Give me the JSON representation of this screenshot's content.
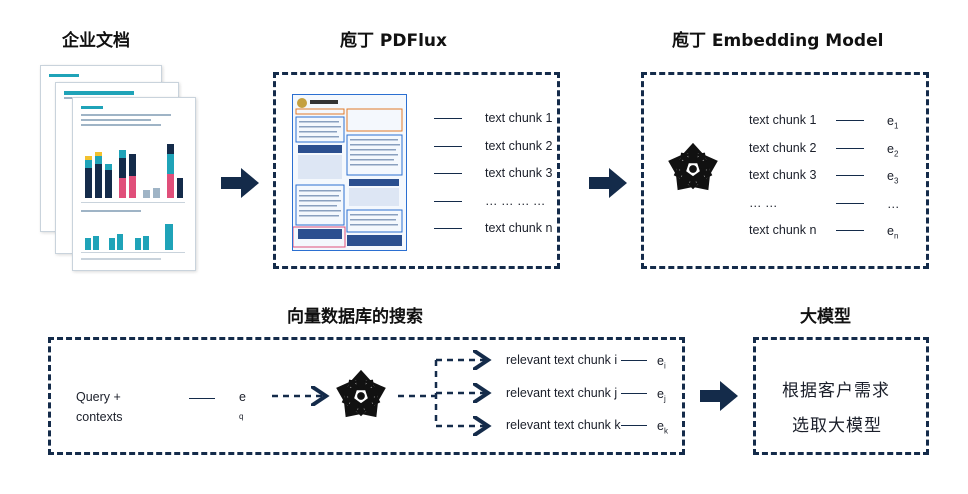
{
  "titles": {
    "docs": "企业文档",
    "pdflux": "庖丁 PDFlux",
    "embedding": "庖丁 Embedding Model",
    "vector_search": "向量数据库的搜索",
    "llm": "大模型"
  },
  "pdflux_chunks": [
    "text chunk 1",
    "text chunk 2",
    "text chunk 3",
    "… … … …",
    "text chunk n"
  ],
  "embedding_chunks": [
    "text chunk 1",
    "text chunk 2",
    "text chunk 3",
    "… …",
    "text chunk n"
  ],
  "embedding_vectors": [
    {
      "base": "e",
      "sub": "1"
    },
    {
      "base": "e",
      "sub": "2"
    },
    {
      "base": "e",
      "sub": "3"
    },
    {
      "base": "…",
      "sub": ""
    },
    {
      "base": "e",
      "sub": "n"
    }
  ],
  "query": {
    "line1": "Query +",
    "line2": "contexts",
    "vector_base": "e",
    "vector_sub": "q"
  },
  "relevant_chunks": [
    "relevant text chunk i",
    "relevant text chunk j",
    "relevant text chunk k"
  ],
  "relevant_vectors": [
    {
      "base": "e",
      "sub": "i"
    },
    {
      "base": "e",
      "sub": "j"
    },
    {
      "base": "e",
      "sub": "k"
    }
  ],
  "llm_text": {
    "line1": "根据客户需求",
    "line2": "选取大模型"
  },
  "colors": {
    "navy": "#142b4a",
    "teal": "#1fa3b8",
    "pink": "#e04f7a",
    "yellow": "#f2c12e"
  },
  "icons": {
    "logo": "paoding-logo-icon",
    "arrow": "right-arrow-icon"
  }
}
